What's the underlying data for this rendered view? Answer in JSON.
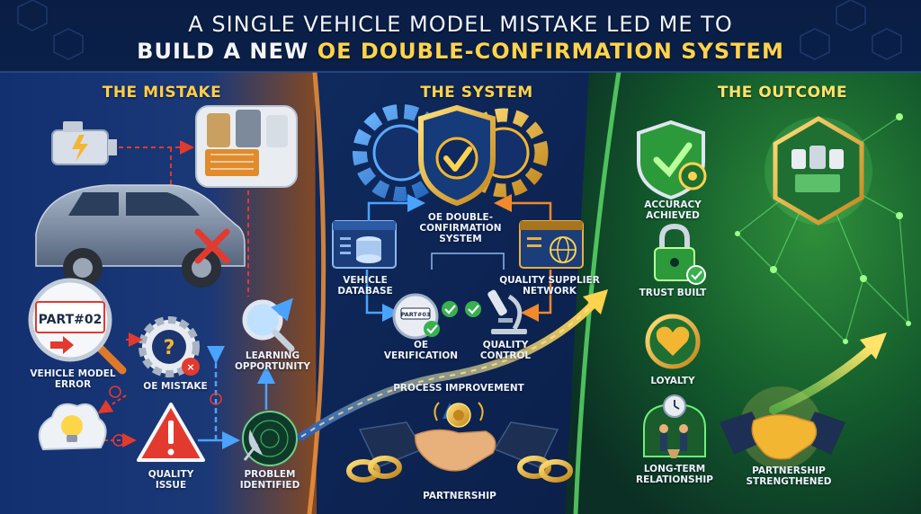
{
  "title": {
    "line1": "A Single Vehicle Model Mistake Led Me To",
    "line2_prefix": "Build A New",
    "line2_highlight": "OE Double-Confirmation System"
  },
  "sections": {
    "mistake": "The Mistake",
    "system": "The System",
    "outcome": "The Outcome"
  },
  "mistake": {
    "part_label": "PART#02",
    "vehicle_model_error": "Vehicle Model Error",
    "oe_mistake": "OE Mistake",
    "learning_opportunity": "Learning Opportunity",
    "quality_issue": "Quality Issue",
    "problem_identified": "Problem Identified"
  },
  "system": {
    "core": "OE Double-Confirmation System",
    "vehicle_database": "Vehicle Database",
    "quality_supplier_network": "Quality Supplier Network",
    "oe_verification": "OE Verification",
    "part_no": "PART#03",
    "quality_control": "Quality Control",
    "process_improvement": "Process Improvement",
    "partnership": "Partnership"
  },
  "outcome": {
    "accuracy": "Accuracy Achieved",
    "trust": "Trust Built",
    "loyalty": "Loyalty",
    "long_term": "Long-Term Relationship",
    "partnership_strengthened": "Partnership Strengthened"
  },
  "colors": {
    "navy": "#0b1a3a",
    "orange": "#e0782a",
    "gold": "#f2b632",
    "green": "#38d05a",
    "red": "#e23a2f",
    "blue": "#3b8be0"
  },
  "icons": {
    "engine": "engine-warning-icon",
    "filters": "oil-filter-icon",
    "car": "suv-car-icon",
    "gear_question": "gear-question-icon",
    "magnifier": "magnifier-icon",
    "lightbulb": "lightbulb-icon",
    "warning": "warning-triangle-icon",
    "radar": "radar-dish-icon",
    "gears_shield": "gears-shield-check-icon",
    "database": "database-window-icon",
    "globe": "globe-window-icon",
    "microscope": "microscope-icon",
    "handshake": "handshake-icon",
    "chain": "chain-link-icon",
    "medal": "medal-icon",
    "lock": "lock-check-icon",
    "heart": "heart-hands-icon",
    "clock": "clock-people-icon",
    "network": "network-icon"
  }
}
